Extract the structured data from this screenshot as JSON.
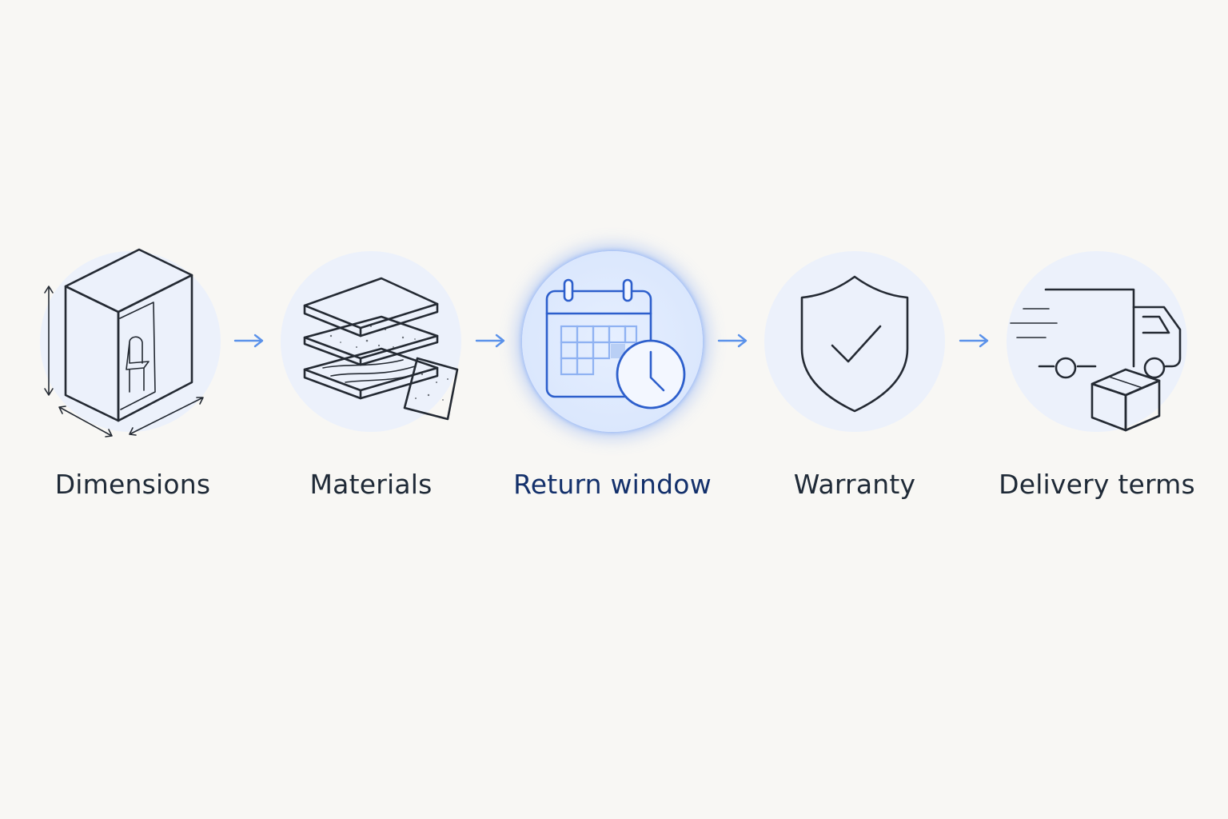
{
  "steps": [
    {
      "label": "Dimensions",
      "icon": "booth-dimensions-icon",
      "active": false
    },
    {
      "label": "Materials",
      "icon": "material-layers-icon",
      "active": false
    },
    {
      "label": "Return window",
      "icon": "calendar-clock-icon",
      "active": true
    },
    {
      "label": "Warranty",
      "icon": "shield-check-icon",
      "active": false
    },
    {
      "label": "Delivery terms",
      "icon": "delivery-truck-icon",
      "active": false
    }
  ],
  "colors": {
    "background": "#f8f7f4",
    "circle": "#ecf1fb",
    "accent": "#2d5fcc",
    "arrow": "#5b92ea",
    "text": "#1f2a37",
    "active_text": "#13306b"
  }
}
